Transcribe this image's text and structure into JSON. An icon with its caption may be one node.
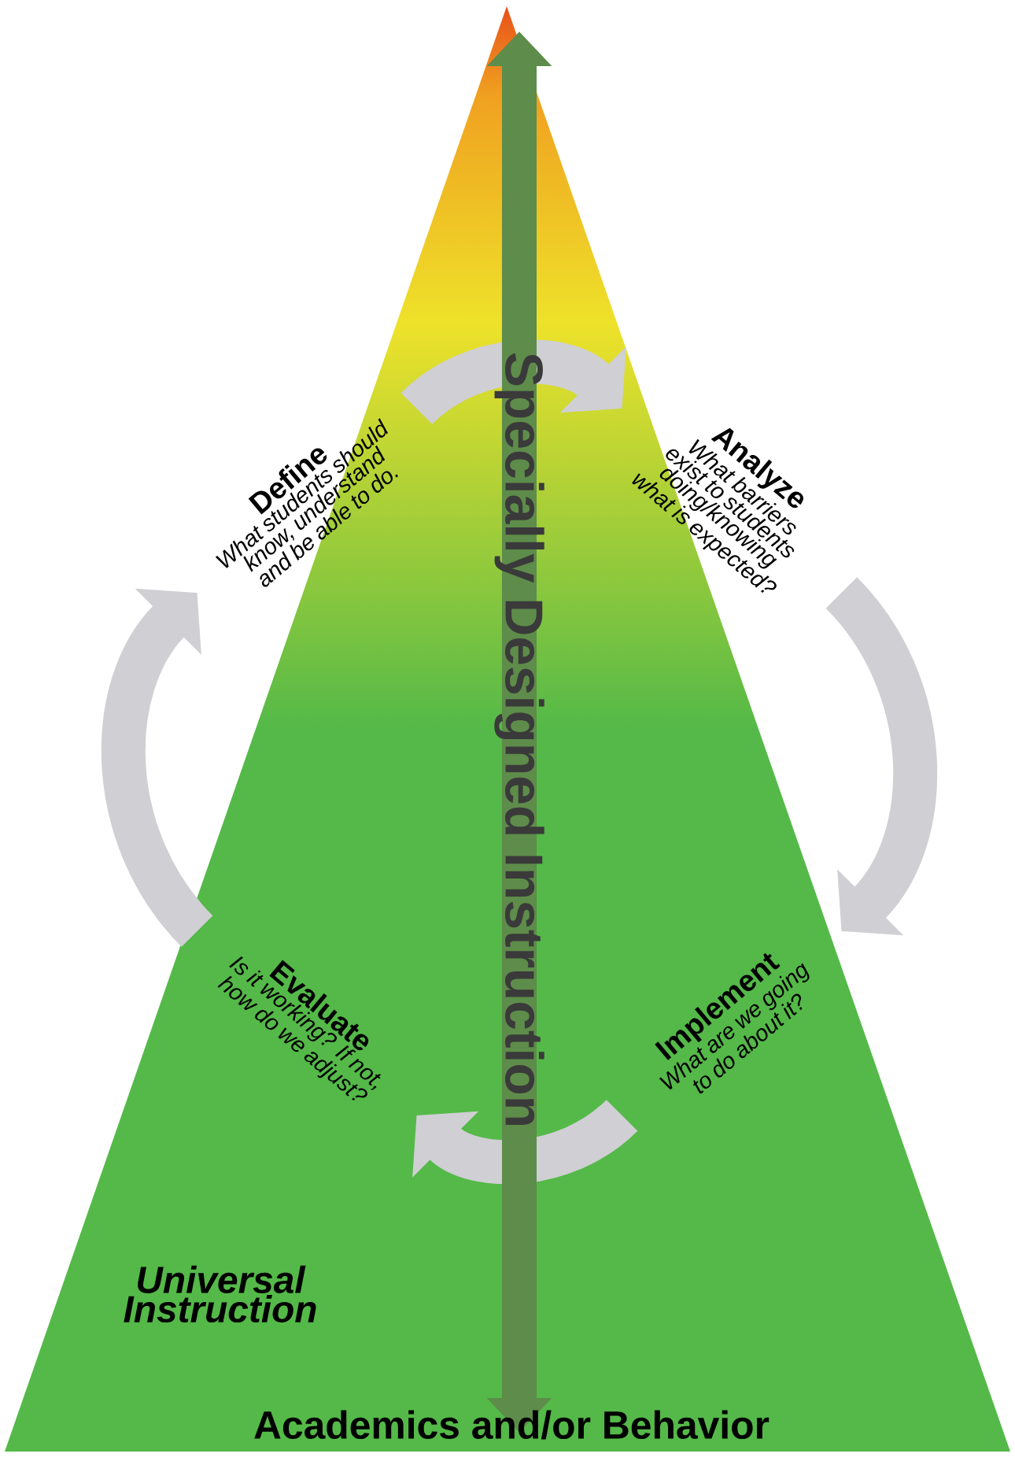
{
  "diagram": {
    "nodes": [
      {
        "text": [
          "Define",
          "What students should know, understand and be able to do."
        ]
      },
      {
        "text": [
          "Analyze",
          "What barriers exist to students doing/knowing what is expected?"
        ]
      },
      {
        "text": [
          "Implement",
          "What are we going to do about it?"
        ]
      },
      {
        "text": [
          "Evaluate",
          "Is it working? If not, how do we adjust?"
        ]
      }
    ],
    "edges": [
      {
        "from": 0,
        "to": 1,
        "arrow": "to"
      },
      {
        "from": 1,
        "to": 2,
        "arrow": "to"
      },
      {
        "from": 2,
        "to": 3,
        "arrow": "to"
      },
      {
        "from": 3,
        "to": 0,
        "arrow": "to"
      }
    ],
    "labels": [
      "Specially Designed Instruction",
      "Universal Instruction",
      "Academics and/or Behavior"
    ]
  }
}
